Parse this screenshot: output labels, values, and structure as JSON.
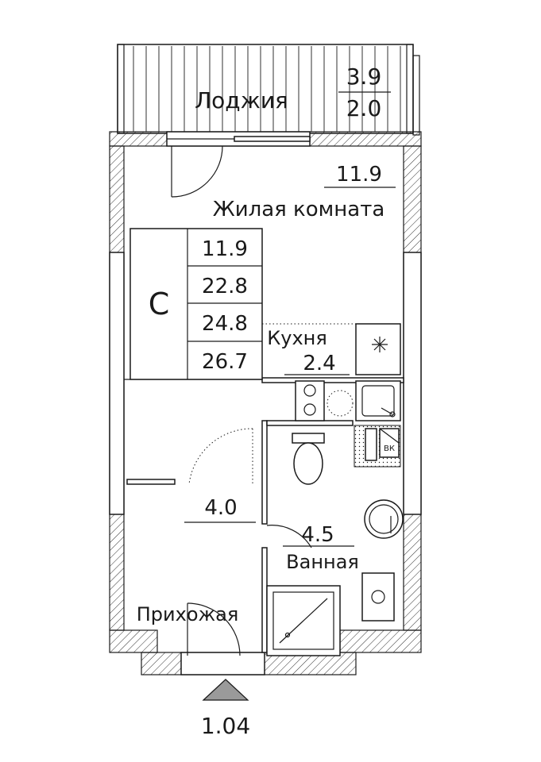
{
  "rooms": {
    "loggia": {
      "name": "Лоджия",
      "area_top": "3.9",
      "area_bottom": "2.0"
    },
    "living": {
      "name": "Жилая комната",
      "area": "11.9"
    },
    "kitchen": {
      "name": "Кухня",
      "area": "2.4"
    },
    "hall": {
      "name": "Прихожая",
      "area": "4.0"
    },
    "bath": {
      "name": "Ванная",
      "area": "4.5"
    }
  },
  "summary": {
    "type_letter": "С",
    "values": [
      "11.9",
      "22.8",
      "24.8",
      "26.7"
    ]
  },
  "fixtures": {
    "boiler_label": "ВК"
  },
  "entrance": {
    "code": "1.04",
    "marker_color": "#9a9a9a"
  },
  "colors": {
    "ink": "#1a1a1a",
    "background": "#ffffff"
  }
}
